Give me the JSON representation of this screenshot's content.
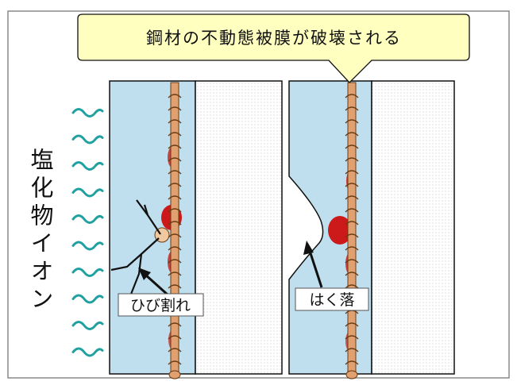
{
  "callout": {
    "text": "鋼材の不動態被膜が破壊される"
  },
  "side_label": {
    "text": "塩化物イオン"
  },
  "labels": {
    "crack": "ひび割れ",
    "spalling": "はく落"
  },
  "colors": {
    "concrete": "#bfdfee",
    "callout_fill": "#ffffc0",
    "rust": "#cc1a1a",
    "rebar": "#e0a070",
    "ion_wave": "#20a0a0",
    "dotted_panel": "#f2f2f2"
  }
}
